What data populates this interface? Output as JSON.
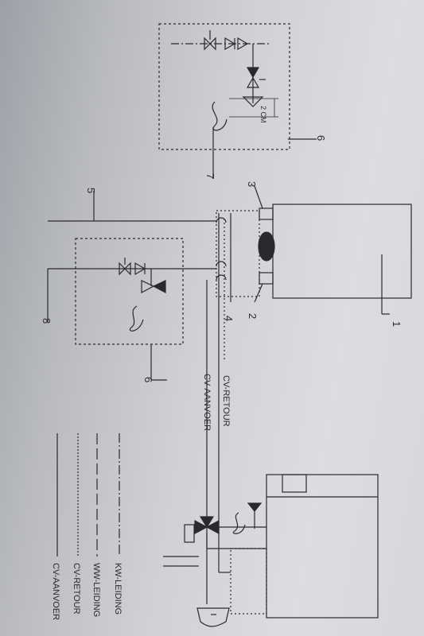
{
  "labels": {
    "n1": "1",
    "n2": "2",
    "n3": "3",
    "n4": "4",
    "n5": "5",
    "n6_top": "6",
    "n6_mid": "6",
    "n7": "7",
    "n8": "8",
    "dimension": "2 CM",
    "cv_retour": "CV-RETOUR",
    "cv_aanvoer": "CV-AANVOER"
  },
  "legend": [
    {
      "label": "KW-LEIDING",
      "style": "dash-dot"
    },
    {
      "label": "WW-LEIDING",
      "style": "long-dash"
    },
    {
      "label": "CV-RETOUR",
      "style": "dotted"
    },
    {
      "label": "CV-AANVOER",
      "style": "solid"
    }
  ],
  "colors": {
    "line": "#2a2a2e",
    "paper": "#d0d1d5"
  }
}
